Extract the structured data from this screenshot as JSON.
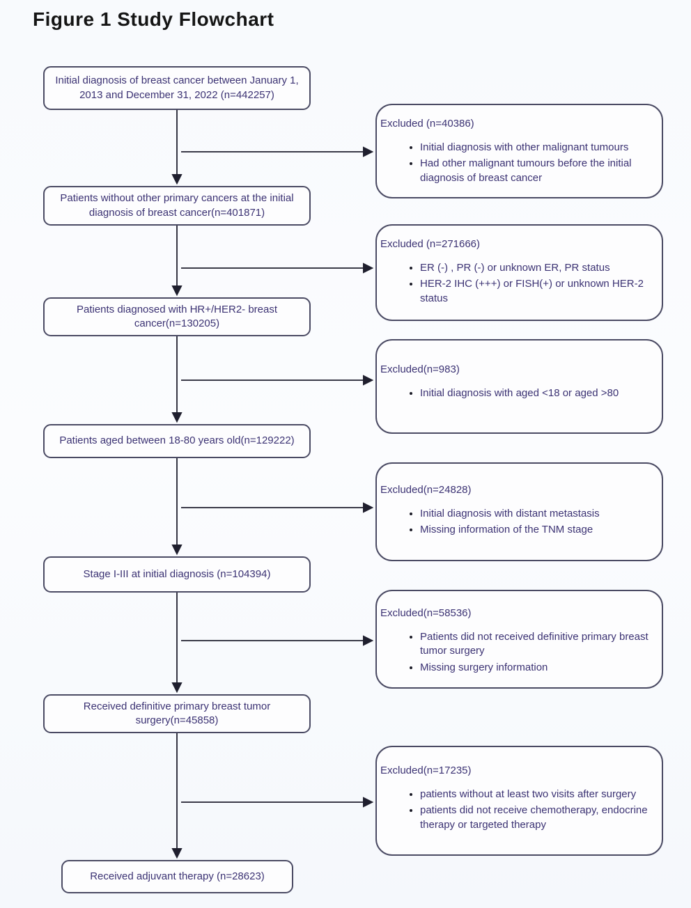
{
  "title": "Figure 1 Study Flowchart",
  "flow": [
    {
      "label": "Initial diagnosis of breast cancer between January 1, 2013 and December 31, 2022  (n=442257)"
    },
    {
      "label": "Patients without other primary cancers  at the initial diagnosis of breast cancer(n=401871)"
    },
    {
      "label": "Patients diagnosed with HR+/HER2- breast cancer(n=130205)"
    },
    {
      "label": "Patients aged between 18-80 years old(n=129222)"
    },
    {
      "label": "Stage I-III at initial diagnosis (n=104394)"
    },
    {
      "label": "Received definitive primary breast tumor surgery(n=45858)"
    },
    {
      "label": "Received adjuvant therapy  (n=28623)"
    }
  ],
  "exclusions": [
    {
      "header": "Excluded (n=40386)",
      "bullets": [
        "Initial diagnosis with other malignant tumours",
        "Had other malignant tumours before the initial diagnosis of breast cancer"
      ]
    },
    {
      "header": "Excluded (n=271666)",
      "bullets": [
        "ER (-) , PR (-) or unknown ER, PR status",
        "HER-2 IHC (+++) or FISH(+) or unknown HER-2 status"
      ]
    },
    {
      "header": "Excluded(n=983)",
      "bullets": [
        "Initial diagnosis with aged <18 or aged >80"
      ]
    },
    {
      "header": "Excluded(n=24828)",
      "bullets": [
        "Initial diagnosis with distant metastasis",
        "Missing information of the TNM stage"
      ]
    },
    {
      "header": "Excluded(n=58536)",
      "bullets": [
        "Patients did not received definitive primary breast tumor surgery",
        "Missing surgery information"
      ]
    },
    {
      "header": "Excluded(n=17235)",
      "bullets": [
        "patients without at least two visits after surgery",
        "patients did not receive chemotherapy,  endocrine therapy or targeted therapy"
      ]
    }
  ],
  "colors": {
    "box_text": "#3b3273",
    "box_border": "#4a4a63",
    "arrow": "#1f1f2e",
    "background": "#f8fafd",
    "title_text": "#151515"
  }
}
